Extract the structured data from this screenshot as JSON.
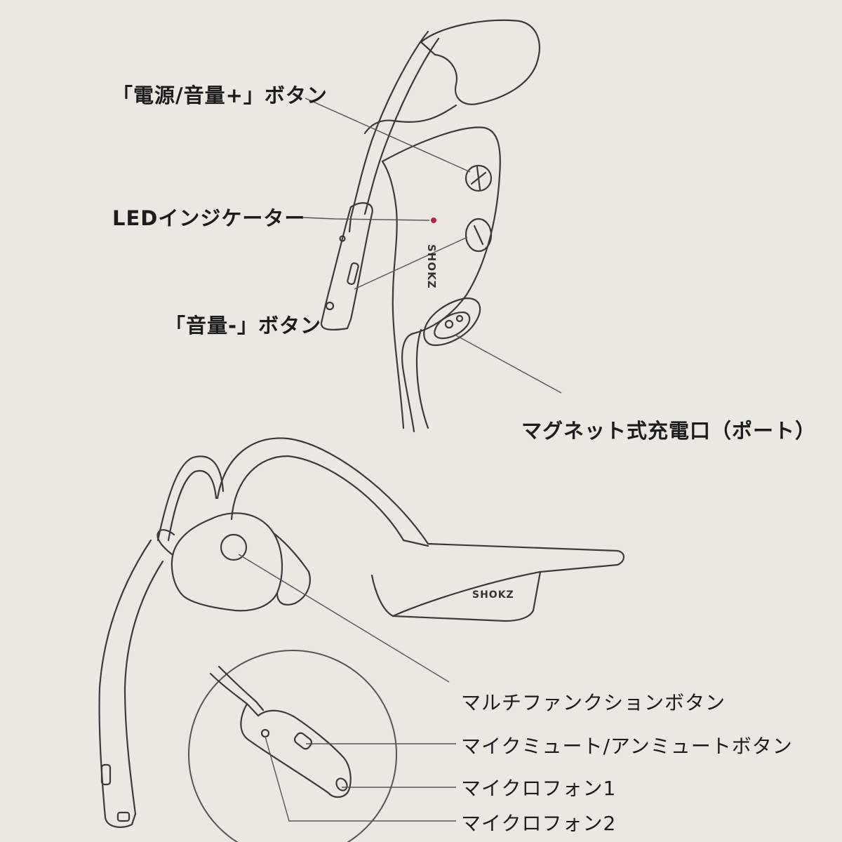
{
  "labels": {
    "power_volume_up": "「電源/音量+」ボタン",
    "led_indicator": "LEDインジケーター",
    "volume_down": "「音量-」ボタン",
    "magnetic_port": "マグネット式充電口（ポート）",
    "multifunction": "マルチファンクションボタン",
    "mic_mute": "マイクミュート/アンミュートボタン",
    "mic1": "マイクロフォン1",
    "mic2": "マイクロフォン2"
  },
  "brand": {
    "top_logo": "SHOKZ",
    "bottom_logo": "SHOKZ"
  },
  "colors": {
    "background": "#ebe8e1",
    "line": "#3a3a3a",
    "leader": "#555555",
    "led": "#b3263c"
  }
}
